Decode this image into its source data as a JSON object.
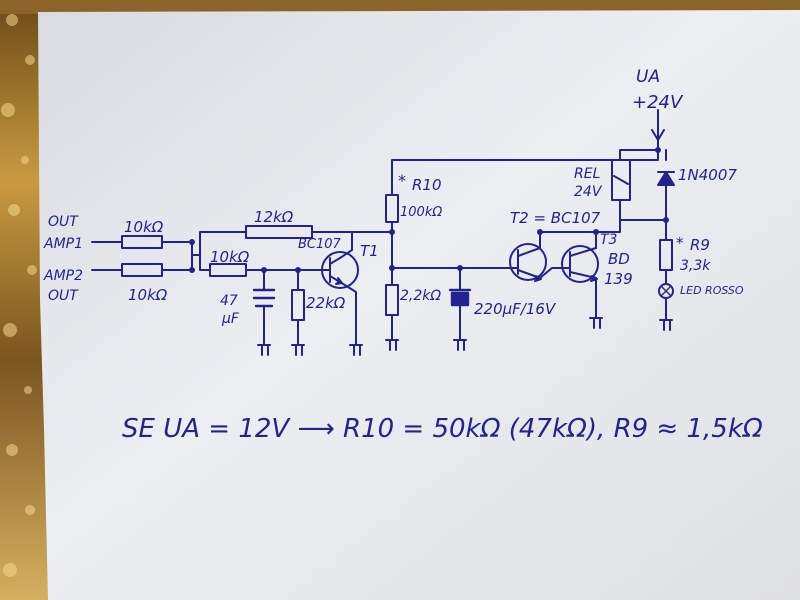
{
  "labels": {
    "out1": "OUT",
    "amp1": "AMP1",
    "amp2": "AMP2",
    "out2": "OUT",
    "r_in1": "10kΩ",
    "r_in2": "10kΩ",
    "r_12k": "12kΩ",
    "r_10k": "10kΩ",
    "cap_47": "47",
    "cap_47_unit": "μF",
    "r_22k": "22kΩ",
    "t1_type": "BC107",
    "t1_name": "T1",
    "r10_name": "R10",
    "r10_value": "100kΩ",
    "r_base": "2,2kΩ",
    "cap_220": "220μF/16V",
    "t2_label": "T2 = BC107",
    "t3_name": "T3",
    "t3_type_a": "BD",
    "t3_type_b": "139",
    "relay_name": "REL",
    "relay_value": "24V",
    "diode": "1N4007",
    "ua_name": "UA",
    "ua_value": "+24V",
    "r9_name": "R9",
    "r9_value": "3,3k",
    "led": "LED ROSSO",
    "star": "*"
  },
  "note": "SE UA = 12V ⟶ R10 = 50kΩ (47kΩ), R9 ≈ 1,5kΩ",
  "colors": {
    "ink": "#23238f",
    "paper": "#e9e9ee",
    "frame": "#b88d3a"
  }
}
